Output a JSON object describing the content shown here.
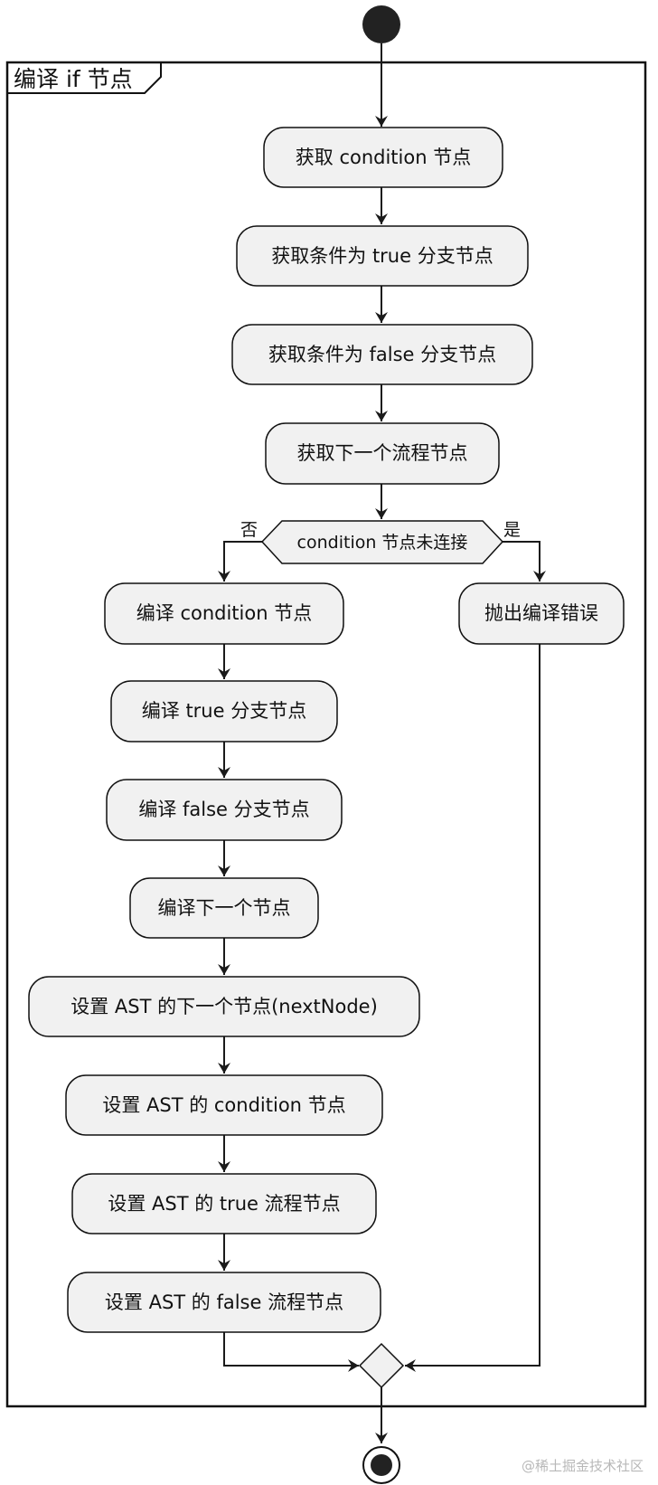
{
  "frame": {
    "label": "编译 if 节点"
  },
  "nodes": {
    "get_condition": "获取 condition 节点",
    "get_true_branch": "获取条件为 true 分支节点",
    "get_false_branch": "获取条件为 false 分支节点",
    "get_next": "获取下一个流程节点",
    "decision": "condition 节点未连接",
    "throw_error": "抛出编译错误",
    "compile_condition": "编译 condition 节点",
    "compile_true": "编译 true 分支节点",
    "compile_false": "编译 false 分支节点",
    "compile_next": "编译下一个节点",
    "set_next": "设置 AST 的下一个节点(nextNode)",
    "set_condition": "设置 AST 的 condition 节点",
    "set_true_flow": "设置 AST 的 true 流程节点",
    "set_false_flow": "设置 AST 的 false 流程节点"
  },
  "edge_labels": {
    "no": "否",
    "yes": "是"
  },
  "watermark": "@稀土掘金技术社区"
}
